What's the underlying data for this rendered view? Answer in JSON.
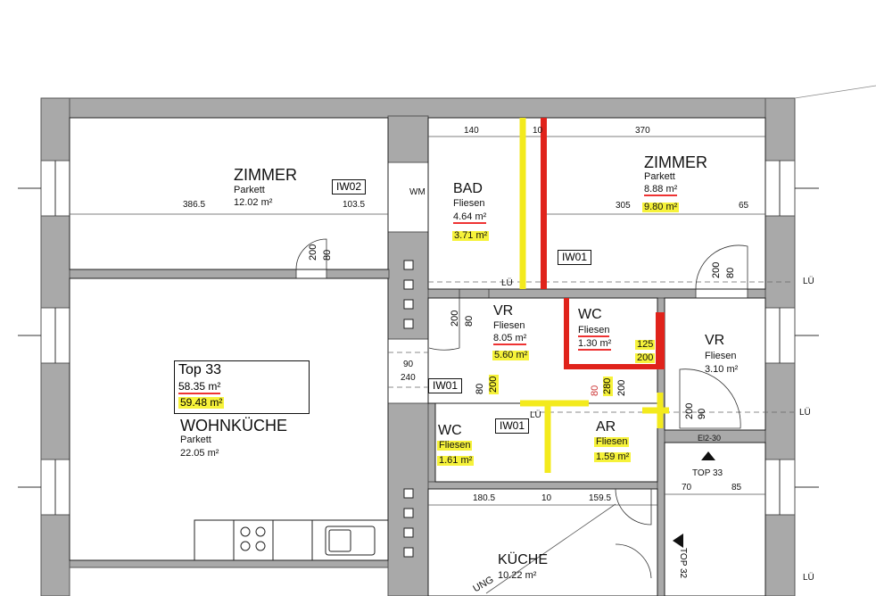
{
  "unit": {
    "label_line1": "Top 33",
    "area_line1": "58.35 m²",
    "area_line2": "59.48 m²"
  },
  "rooms": {
    "zimmer_left": {
      "name": "ZIMMER",
      "floor": "Parkett",
      "area": "12.02 m²"
    },
    "bad": {
      "name": "BAD",
      "floor": "Fliesen",
      "area": "4.64 m²",
      "area2": "3.71 m²"
    },
    "zimmer_right": {
      "name": "ZIMMER",
      "floor": "Parkett",
      "area": "8.88 m²",
      "area2": "9.80 m²"
    },
    "vr_center": {
      "name": "VR",
      "floor": "Fliesen",
      "area": "8.05 m²",
      "area2": "5.60 m²"
    },
    "wc_top": {
      "name": "WC",
      "floor": "Fliesen",
      "area": "1.30 m²"
    },
    "vr_right": {
      "name": "VR",
      "floor": "Fliesen",
      "area": "3.10 m²"
    },
    "wohnkueche": {
      "name": "WOHNKÜCHE",
      "floor": "Parkett",
      "area": "22.05 m²"
    },
    "wc_bottom": {
      "name": "WC",
      "floor": "Fliesen",
      "area": "1.61 m²"
    },
    "ar": {
      "name": "AR",
      "floor": "Fliesen",
      "area": "1.59 m²"
    },
    "kueche": {
      "name": "KÜCHE",
      "area": "10.22 m²"
    }
  },
  "tags": {
    "iw02": "IW02",
    "iw01_a": "IW01",
    "iw01_b": "IW01",
    "iw01_c": "IW01",
    "wm": "WM",
    "lue_1": "LÜ",
    "lue_2": "LÜ",
    "lue_3": "LÜ",
    "lue_4": "LÜ",
    "lue_5": "LÜ",
    "top33_marker": "TOP 33",
    "top32_marker": "TOP 32",
    "el": "El2-30",
    "ung": "UNG"
  },
  "dimensions": {
    "d_386_5": "386.5",
    "d_103_5": "103.5",
    "d_140": "140",
    "d_10a": "10",
    "d_370": "370",
    "d_305": "305",
    "d_65": "65",
    "d_90": "90",
    "d_240": "240",
    "d_125": "125",
    "d_200a": "200",
    "d_180_5": "180.5",
    "d_10b": "10",
    "d_159_5": "159.5",
    "d_70": "70",
    "d_85": "85",
    "door_80_200_a": "80",
    "door_80_200_a2": "200",
    "door_80_200_b": "80",
    "door_80_200_b2": "200",
    "door_80_200_c": "80",
    "door_80_200_c2": "200",
    "door_80_200_d": "80",
    "door_80_200_d2": "200",
    "door_80_280": "80",
    "door_80_280b": "280",
    "door_80_280c": "200",
    "door_90_200": "90",
    "door_90_200b": "200"
  },
  "colors": {
    "wall": "#a9a9a9",
    "wall_dark": "#8e8e8e",
    "highlight": "#f6f23a",
    "red_wall": "#e0231b",
    "yellow_pipe": "#f3ea1d"
  }
}
